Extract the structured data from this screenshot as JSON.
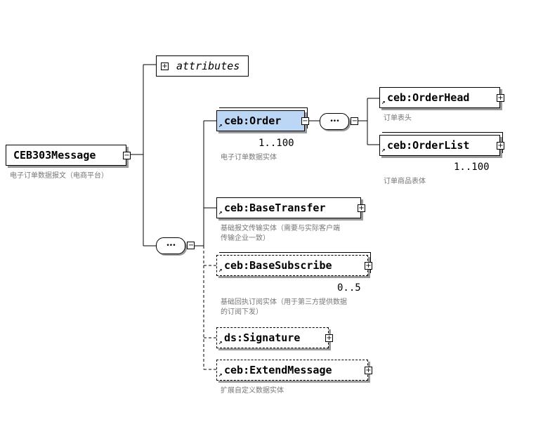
{
  "root": {
    "label": "CEB303Message",
    "note": "电子订单数据报文（电商平台）"
  },
  "attributes": {
    "label": "attributes"
  },
  "sequence_symbol": "•••",
  "toggles": {
    "expand": "+",
    "collapse": "−"
  },
  "children": {
    "order": {
      "label": "ceb:Order",
      "cardinality": "1..100",
      "note": "电子订单数据实体"
    },
    "base_transfer": {
      "label": "ceb:BaseTransfer",
      "note_line1": "基础报文传输实体（需要与实际客户端",
      "note_line2": "传输企业一致）"
    },
    "base_subscribe": {
      "label": "ceb:BaseSubscribe",
      "cardinality": "0..5",
      "note_line1": "基础回执订阅实体（用于第三方提供数据",
      "note_line2": "的订阅下发）"
    },
    "signature": {
      "label": "ds:Signature"
    },
    "extend_message": {
      "label": "ceb:ExtendMessage",
      "note": "扩展自定义数据实体"
    }
  },
  "order_children": {
    "order_head": {
      "label": "ceb:OrderHead",
      "note": "订单表头"
    },
    "order_list": {
      "label": "ceb:OrderList",
      "cardinality": "1..100",
      "note": "订单商品表体"
    }
  }
}
